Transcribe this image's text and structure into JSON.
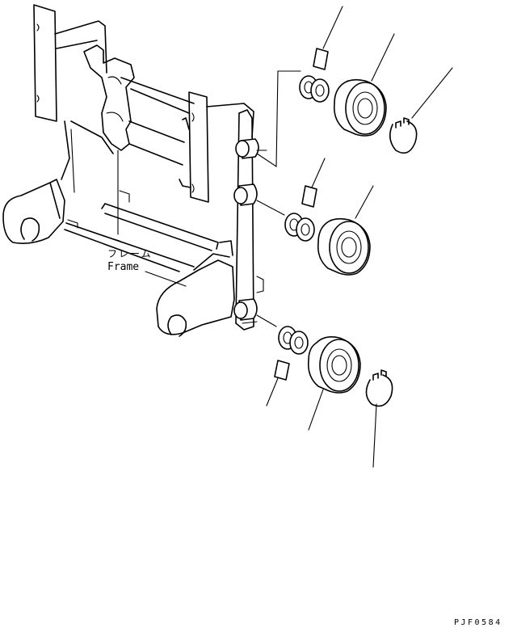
{
  "labels": {
    "frame_jp": "フレーム",
    "frame_en": "Frame"
  },
  "drawing_code": "PJF0584"
}
